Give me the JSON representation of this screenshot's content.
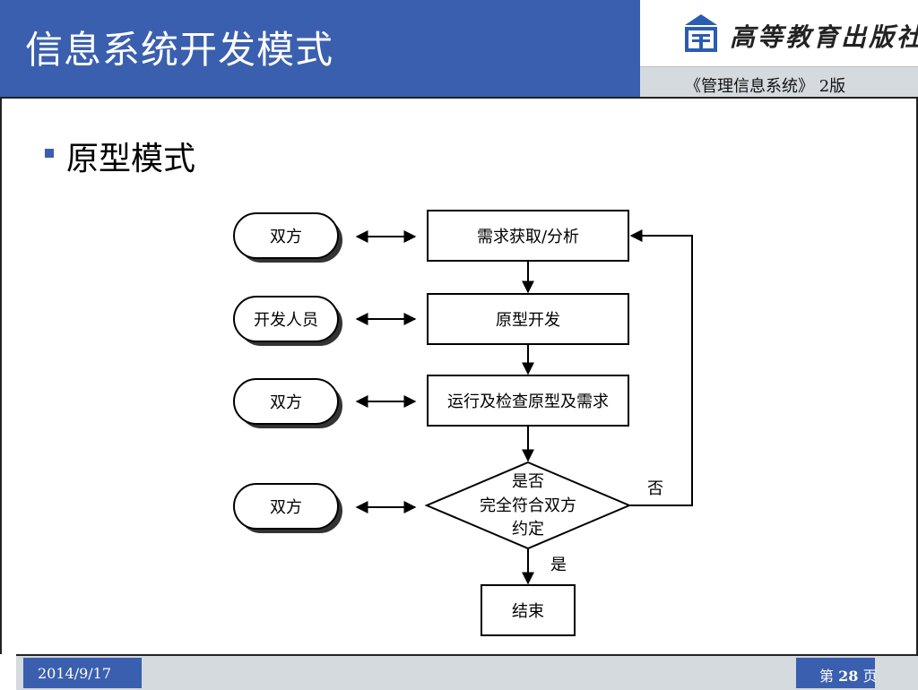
{
  "header": {
    "title": "信息系统开发模式",
    "publisher": "高等教育出版社",
    "book_title": "《管理信息系统》 2版"
  },
  "section": {
    "title": "原型模式"
  },
  "diagram": {
    "parties": [
      "双方",
      "开发人员",
      "双方",
      "双方"
    ],
    "steps": {
      "requirements": "需求获取/分析",
      "prototype": "原型开发",
      "run_check": "运行及检查原型及需求",
      "decision_line1": "是否",
      "decision_line2": "完全符合双方",
      "decision_line3": "约定",
      "end": "结束"
    },
    "labels": {
      "no": "否",
      "yes": "是"
    }
  },
  "footer": {
    "date": "2014/9/17",
    "page_prefix": "第",
    "page_number": "28",
    "page_suffix": "页"
  },
  "colors": {
    "header_blue": "#3a5fae",
    "footer_gray": "#d5dadf"
  },
  "icons": {
    "publisher_logo": "book-stack-logo"
  }
}
